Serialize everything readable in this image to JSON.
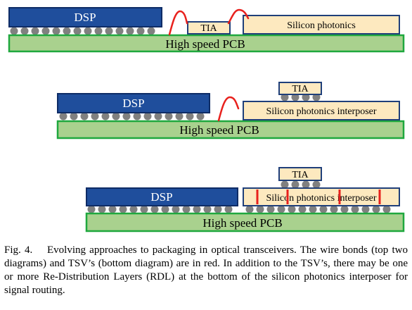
{
  "diagrams": {
    "top": {
      "dsp": "DSP",
      "tia": "TIA",
      "chip": "Silicon photonics",
      "pcb": "High speed PCB"
    },
    "middle": {
      "dsp": "DSP",
      "tia": "TIA",
      "chip": "Silicon photonics interposer",
      "pcb": "High speed PCB"
    },
    "bottom": {
      "dsp": "DSP",
      "tia": "TIA",
      "chip": "Silicon photonics interposer",
      "pcb": "High speed PCB"
    }
  },
  "colors": {
    "pcb_fill": "#a9d18e",
    "pcb_border": "#1fa83e",
    "dsp_fill": "#1f4e9c",
    "chip_fill": "#fde9bf",
    "bump": "#808080",
    "wire": "#e8211d"
  },
  "caption": "Fig. 4.    Evolving approaches to packaging in optical transceivers. The wire bonds (top two diagrams) and TSV’s (bottom diagram) are in red. In addition to the TSV’s, there may be one or more Re-Distribution Layers (RDL) at the bottom of the silicon photonics interposer for signal routing."
}
